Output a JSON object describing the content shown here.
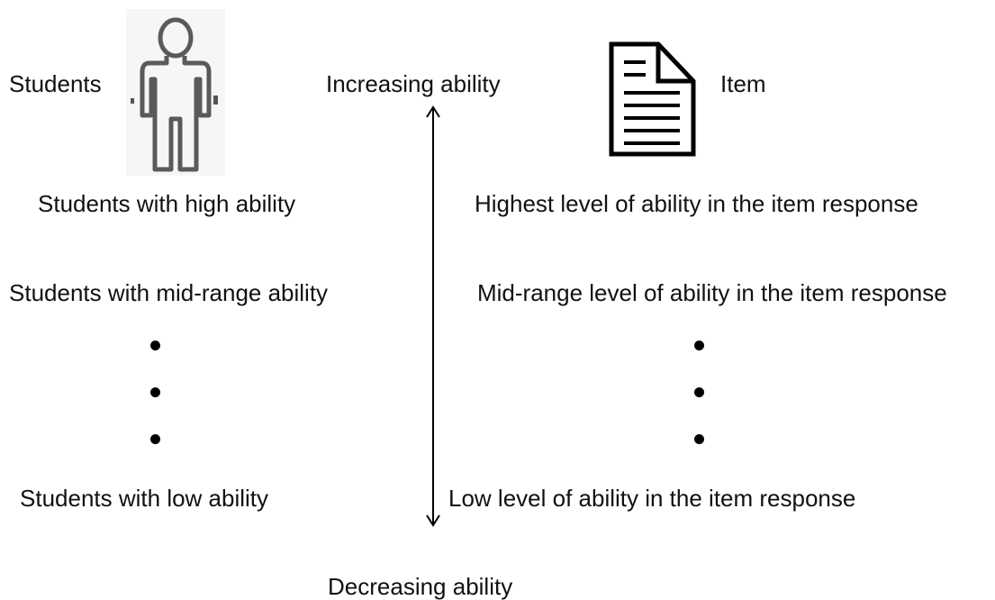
{
  "header": {
    "students_label": "Students",
    "increasing_label": "Increasing ability",
    "item_label": "Item"
  },
  "students": {
    "high": "Students with high ability",
    "mid": "Students with mid-range ability",
    "low": "Students with low ability"
  },
  "items": {
    "high": "Highest level of ability in the item response",
    "mid": "Mid-range level of ability in the item response",
    "low": "Low level of ability in the item response"
  },
  "footer": {
    "decreasing_label": "Decreasing ability"
  },
  "icons": {
    "student": "person-icon",
    "item": "document-icon"
  }
}
